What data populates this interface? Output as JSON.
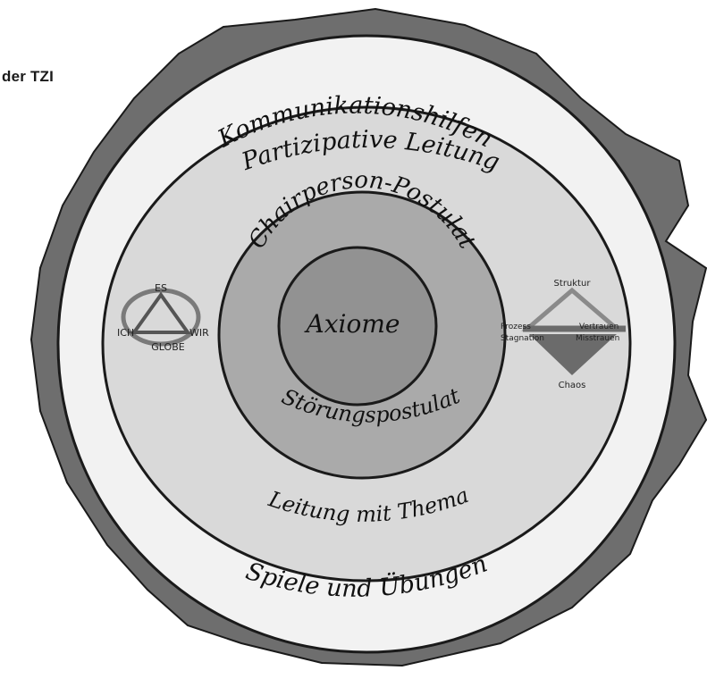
{
  "title_fragment": "der TZI",
  "colors": {
    "outer_blob": "#6e6e6e",
    "outer_ring": "#f2f2f2",
    "mid_ring": "#d9d9d9",
    "inner_ring": "#aaaaaa",
    "core": "#929292",
    "outline": "#1a1a1a"
  },
  "rings": {
    "outer_label_top": "Kommunikationshilfen",
    "outer_label_bottom": "Spiele und Übungen",
    "mid_label_top": "Partizipative Leitung",
    "mid_label_bottom": "Leitung mit Thema",
    "inner_label_top": "Chairperson-Postulat",
    "inner_label_bottom": "Störungspostulat",
    "core_label": "Axiome"
  },
  "triangle_model": {
    "top": "ES",
    "left": "ICH",
    "right": "WIR",
    "bottom": "GLOBE"
  },
  "structure_model": {
    "top": "Struktur",
    "left_top": "Prozess",
    "left_bottom": "Stagnation",
    "right_top": "Vertrauen",
    "right_bottom": "Misstrauen",
    "bottom": "Chaos"
  }
}
